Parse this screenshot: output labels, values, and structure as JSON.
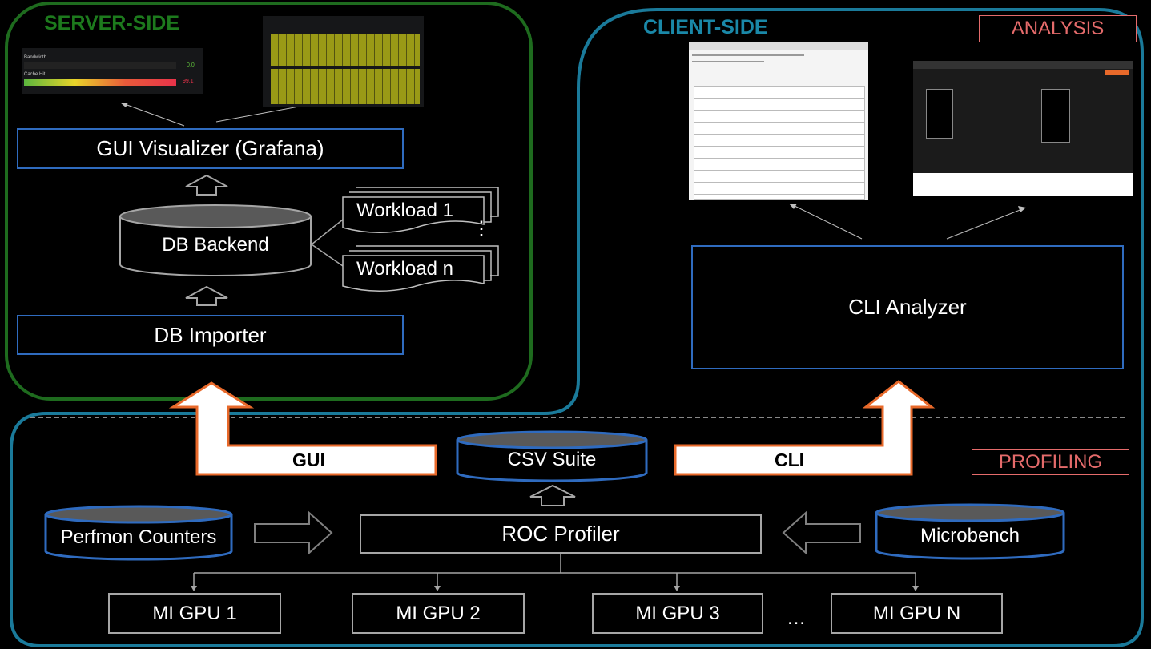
{
  "server": {
    "title": "SERVER-SIDE",
    "gui_visualizer": "GUI Visualizer (Grafana)",
    "db_backend": "DB Backend",
    "workload_1": "Workload 1",
    "workload_n": "Workload n",
    "db_importer": "DB Importer",
    "dashboard_panel_1": {
      "label_bandwidth": "Bandwidth",
      "value_bandwidth": "0.0",
      "label_cache": "Cache Hit",
      "value_cache": "99.1"
    }
  },
  "client": {
    "title": "CLIENT-SIDE",
    "analysis_tag": "ANALYSIS",
    "cli_analyzer": "CLI Analyzer"
  },
  "profiling": {
    "tag": "PROFILING",
    "gui_arrow_label": "GUI",
    "cli_arrow_label": "CLI",
    "csv_suite": "CSV Suite",
    "perfmon_counters": "Perfmon Counters",
    "roc_profiler": "ROC Profiler",
    "microbench": "Microbench",
    "gpus": [
      "MI GPU 1",
      "MI GPU 2",
      "MI GPU 3",
      "MI GPU N"
    ],
    "ellipsis": "…"
  },
  "colors": {
    "server_border": "#1e6b1e",
    "server_title": "#1d7a1d",
    "client_border": "#1a7a9a",
    "client_title": "#1a88a8",
    "box_border": "#2f6bbf",
    "arrow_outline": "#e8692a",
    "tag_color": "#e56b6b"
  }
}
